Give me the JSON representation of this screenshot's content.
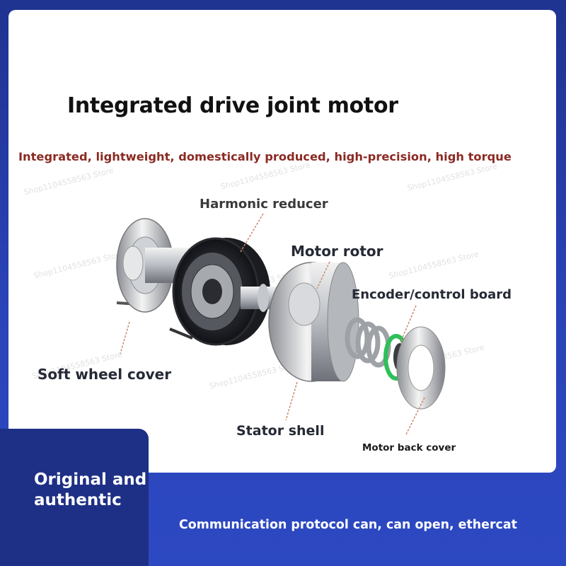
{
  "title": "Integrated drive joint motor",
  "subtitle": "Integrated, lightweight, domestically produced, high-precision, high torque",
  "labels": {
    "harmonic_reducer": "Harmonic reducer",
    "motor_rotor": "Motor rotor",
    "encoder_board": "Encoder/control board",
    "soft_wheel_cover": "Soft wheel cover",
    "stator_shell": "Stator shell",
    "motor_back_cover": "Motor back cover"
  },
  "badge": "Original and authentic",
  "protocol": "Communication protocol can, can open, ethercat",
  "colors": {
    "background": "#2a43b8",
    "panel": "#1e2f86",
    "subtitle": "#8b2a22",
    "leader_line": "#c98a6a",
    "encoder_ring": "#2fbf5a"
  }
}
